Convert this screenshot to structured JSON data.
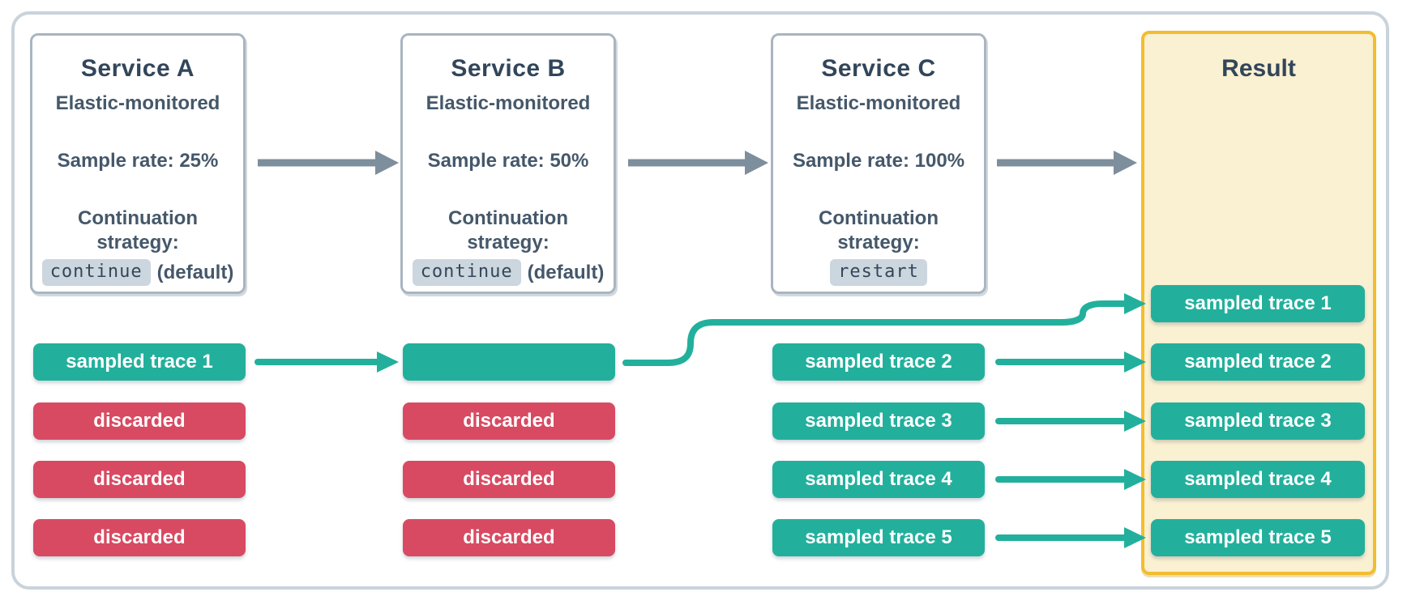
{
  "colors": {
    "sampled": "#22b09c",
    "discarded": "#d84a62",
    "arrow_gray": "#7d8e9c",
    "frame_border": "#c9d3db",
    "box_border": "#a9b5c0",
    "title_color": "#32465a",
    "body_color": "#45586a",
    "chip_bg": "#ccd6df",
    "chip_text": "#33475a",
    "result_bg": "#faf0d2",
    "result_border": "#f2bd2e"
  },
  "services": [
    {
      "title": "Service A",
      "monitoring": "Elastic-monitored",
      "sample_rate": "Sample rate: 25%",
      "strategy_label": "Continuation strategy:",
      "strategy_value": "continue",
      "strategy_suffix": "(default)"
    },
    {
      "title": "Service B",
      "monitoring": "Elastic-monitored",
      "sample_rate": "Sample rate: 50%",
      "strategy_label": "Continuation strategy:",
      "strategy_value": "continue",
      "strategy_suffix": "(default)"
    },
    {
      "title": "Service C",
      "monitoring": "Elastic-monitored",
      "sample_rate": "Sample rate: 100%",
      "strategy_label": "Continuation strategy:",
      "strategy_value": "restart",
      "strategy_suffix": ""
    }
  ],
  "columns": {
    "service_a": [
      {
        "label": "sampled trace 1",
        "type": "sampled"
      },
      {
        "label": "discarded",
        "type": "discarded"
      },
      {
        "label": "discarded",
        "type": "discarded"
      },
      {
        "label": "discarded",
        "type": "discarded"
      }
    ],
    "service_b": [
      {
        "label": "",
        "type": "sampled"
      },
      {
        "label": "discarded",
        "type": "discarded"
      },
      {
        "label": "discarded",
        "type": "discarded"
      },
      {
        "label": "discarded",
        "type": "discarded"
      }
    ],
    "service_c": [
      {
        "label": "sampled trace 2",
        "type": "sampled"
      },
      {
        "label": "sampled trace 3",
        "type": "sampled"
      },
      {
        "label": "sampled trace 4",
        "type": "sampled"
      },
      {
        "label": "sampled trace 5",
        "type": "sampled"
      }
    ]
  },
  "result": {
    "title": "Result",
    "pills": [
      {
        "label": "sampled trace 1"
      },
      {
        "label": "sampled trace 2"
      },
      {
        "label": "sampled trace 3"
      },
      {
        "label": "sampled trace 4"
      },
      {
        "label": "sampled trace 5"
      }
    ]
  }
}
